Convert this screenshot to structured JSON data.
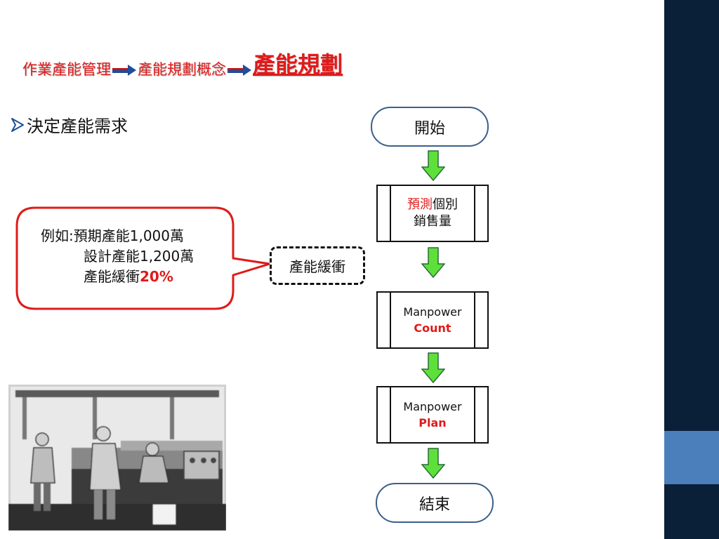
{
  "breadcrumb": {
    "items": [
      "作業產能管理",
      "產能規劃概念"
    ],
    "current": "產能規劃"
  },
  "bullet": {
    "text": "決定產能需求"
  },
  "callout": {
    "line1_prefix": "例如:預期產能",
    "line1_value": "1,000",
    "line1_unit": "萬",
    "line2_prefix": "設計產能",
    "line2_value": "1,200",
    "line2_unit": "萬",
    "line3_prefix": "產能緩衝",
    "line3_value": "20%"
  },
  "buffer": {
    "label": "產能緩衝"
  },
  "flow": {
    "start": "開始",
    "step1_highlight": "預測",
    "step1_rest": "個別",
    "step1_line2": "銷售量",
    "step2_line1": "Manpower",
    "step2_line2": "Count",
    "step3_line1": "Manpower",
    "step3_line2": "Plan",
    "end": "結束"
  },
  "colors": {
    "accent_red": "#e01a1a",
    "arrow_green": "#5ee03a",
    "sidebar_navy": "#0a1f38",
    "sidebar_accent": "#4a7fbb",
    "terminal_border": "#3b5f8a"
  },
  "icons": {
    "bullet": "arrow-bullet-icon",
    "flow_arrow": "down-arrow-icon"
  }
}
